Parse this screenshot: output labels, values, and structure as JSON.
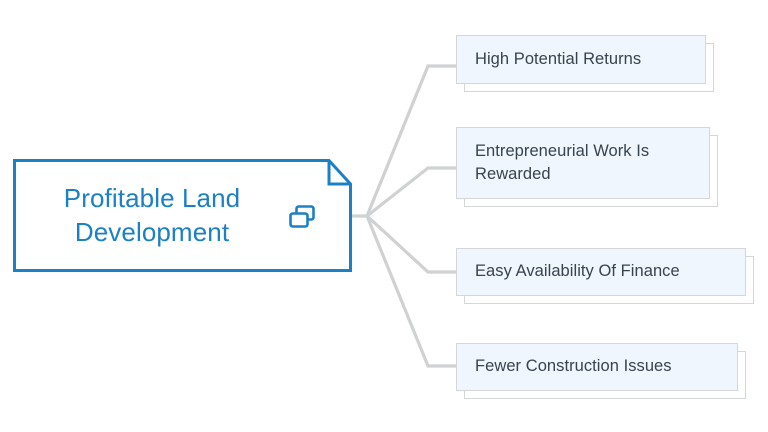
{
  "diagram": {
    "type": "mind-map",
    "title": "Profitable Land Development",
    "colors": {
      "root_border": "#1b80c4",
      "root_text": "#1b80c4",
      "root_fill": "#ffffff",
      "child_fill": "#eff6fd",
      "child_border": "#d4d6d8",
      "child_text": "#37434f",
      "connector": "#cfd1d2",
      "background": "#ffffff"
    },
    "root": {
      "label": "Profitable Land Development",
      "icon": "copy-duplicate-icon"
    },
    "branches": [
      {
        "label": "High Potential Returns"
      },
      {
        "label": "Entrepreneurial Work Is Rewarded"
      },
      {
        "label": "Easy Availability Of Finance"
      },
      {
        "label": "Fewer Construction Issues"
      }
    ]
  }
}
